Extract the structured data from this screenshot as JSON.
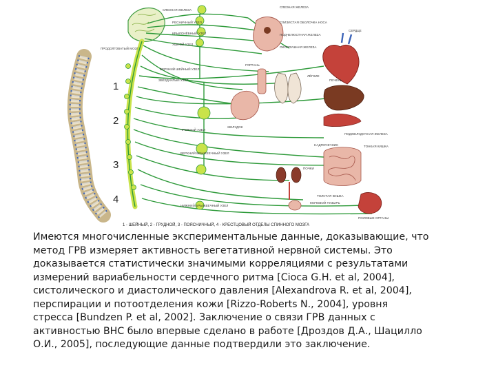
{
  "diagram": {
    "labels_left": [
      "СЛЕЗНАЯ ЖЕЛЕЗА",
      "РЕСНИЧНЫЙ УЗЕЛ",
      "КРЫЛОНЁБНЫЙ УЗЕЛ",
      "УШНОЙ УЗЕЛ",
      "ПРОДОЛГОВАТЫЙ МОЗГ",
      "ВЕРХНИЙ ШЕЙНЫЙ УЗЕЛ",
      "ЗВЁЗДЧАТЫЙ УЗЕЛ",
      "ЧРЕВНЫЙ УЗЕЛ",
      "ВЕРХНИЙ БРЫЖЕЕЧНЫЙ УЗЕЛ",
      "НИЖНИЙ БРЫЖЕЕЧНЫЙ УЗЕЛ"
    ],
    "labels_right": [
      "СЛЕЗНАЯ ЖЕЛЕЗА",
      "СЛИЗИСТАЯ ОБОЛОЧКА НОСА",
      "ПОДЧЕЛЮСТНАЯ ЖЕЛЕЗА",
      "ОКОЛОУШНАЯ ЖЕЛЕЗА",
      "ГОРТАНЬ",
      "СЕРДЦЕ",
      "ЛЁГКИЕ",
      "ПЕЧЕНЬ",
      "ЖЕЛУДОК",
      "ПОДЖЕЛУДОЧНАЯ ЖЕЛЕЗА",
      "НАДПОЧЕЧНИК",
      "ПОЧКИ",
      "ТОНКАЯ КИШКА",
      "ТОЛСТАЯ КИШКА",
      "МОЧЕВОЙ ПУЗЫРЬ",
      "ПОЛОВЫЕ ОРГАНЫ"
    ],
    "section_numbers": [
      "1",
      "2",
      "3",
      "4"
    ],
    "caption": "1 - ШЕЙНЫЙ, 2 - ГРУДНОЙ, 3 - ПОЯСНИЧНЫЙ, 4 - КРЕСТЦОВЫЙ ОТДЕЛЫ СПИННОГО МОЗГА"
  },
  "text": {
    "lines": [
      "Имеются многочисленные экспериментальные данные, доказывающие, что",
      "метод ГРВ измеряет активность вегетативной нервной системы. Это",
      "доказывается статистически значимыми корреляциями с результатами",
      "измерений вариабельности сердечного ритма [Cioca G.H. et al, 2004],",
      "систолического и диастолического давления [Alexandrova R. et al, 2004],",
      "перспирации и потоотделения кожи [Rizzo-Roberts N., 2004], уровня",
      "стресса [Bundzen P. et al, 2002]. Заключение о связи ГРВ данных с",
      "активностью ВНС было впервые сделано в работе [Дроздов Д.А., Шацилло",
      "О.И., 2005], последующие данные подтвердили это заключение."
    ]
  },
  "colors": {
    "nerve": "#2e9a3a",
    "ganglion": "#c9e34a",
    "bone": "#e8d9b8",
    "disc": "#3b63b8",
    "organ_red": "#c4423a",
    "organ_brown": "#7a3a22",
    "organ_pink": "#e9b7a8"
  }
}
